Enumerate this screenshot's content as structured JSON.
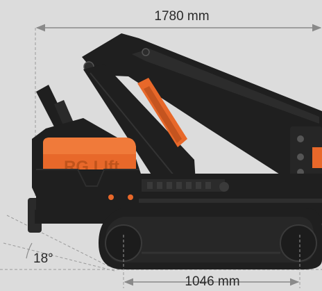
{
  "dimensions": {
    "overall_width": "1780 mm",
    "track_length": "1046 mm",
    "approach_angle": "18°"
  },
  "brand": {
    "logo_text": "RG LIft"
  },
  "colors": {
    "background": "#dcdcdc",
    "machine_body": "#1f1f1f",
    "accent_orange": "#e8682a",
    "dimension_line": "#8a8a8a"
  }
}
